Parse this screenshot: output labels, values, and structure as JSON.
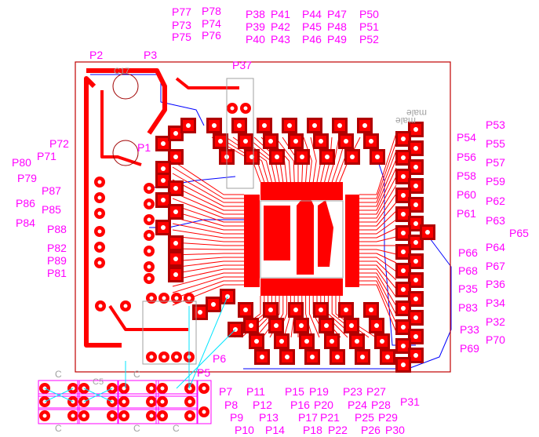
{
  "colors": {
    "label": "#ff00ff",
    "copper_top": "#ff0000",
    "pad_ring": "#b00000",
    "copper_bottom": "#0000ff",
    "ratsnest": "#00e5ff",
    "silkscreen": "#a0a0a0",
    "outline": "#c00000"
  },
  "labels": {
    "P1": "P1",
    "P2": "P2",
    "P3": "P3",
    "P5": "P5",
    "P6": "P6",
    "P7": "P7",
    "P8": "P8",
    "P9": "P9",
    "P10": "P10",
    "P11": "P11",
    "P12": "P12",
    "P13": "P13",
    "P14": "P14",
    "P15": "P15",
    "P16": "P16",
    "P17": "P17",
    "P18": "P18",
    "P19": "P19",
    "P20": "P20",
    "P21": "P21",
    "P22": "P22",
    "P23": "P23",
    "P24": "P24",
    "P25": "P25",
    "P26": "P26",
    "P27": "P27",
    "P28": "P28",
    "P29": "P29",
    "P30": "P30",
    "P31": "P31",
    "P32": "P32",
    "P33": "P33",
    "P34": "P34",
    "P35": "P35",
    "P36": "P36",
    "P37": "P37",
    "P38": "P38",
    "P39": "P39",
    "P40": "P40",
    "P41": "P41",
    "P42": "P42",
    "P43": "P43",
    "P44": "P44",
    "P45": "P45",
    "P46": "P46",
    "P47": "P47",
    "P48": "P48",
    "P49": "P49",
    "P50": "P50",
    "P51": "P51",
    "P52": "P52",
    "P53": "P53",
    "P54": "P54",
    "P55": "P55",
    "P56": "P56",
    "P57": "P57",
    "P58": "P58",
    "P59": "P59",
    "P60": "P60",
    "P61": "P61",
    "P62": "P62",
    "P63": "P63",
    "P64": "P64",
    "P65": "P65",
    "P66": "P66",
    "P67": "P67",
    "P68": "P68",
    "P69": "P69",
    "P70": "P70",
    "P71": "P71",
    "P72": "P72",
    "P73": "P73",
    "P74": "P74",
    "P75": "P75",
    "P76": "P76",
    "P77": "P77",
    "P78": "P78",
    "P79": "P79",
    "P80": "P80",
    "P81": "P81",
    "P82": "P82",
    "P83": "P83",
    "P84": "P84",
    "P85": "P85",
    "P86": "P86",
    "P87": "P87",
    "P88": "P88",
    "P89": "P89"
  },
  "silkscreen": {
    "connector_top": "male",
    "connector_top2": "male",
    "cap_c17": "C17",
    "cap_c5": "C5",
    "c_mark": "C"
  }
}
